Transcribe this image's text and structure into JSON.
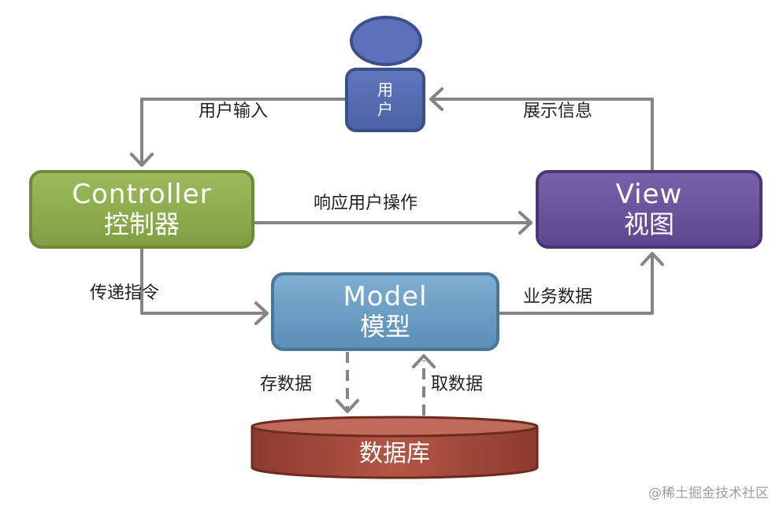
{
  "nodes": {
    "user": {
      "line1": "用",
      "line2": "户"
    },
    "controller": {
      "en": "Controller",
      "cn": "控制器"
    },
    "view": {
      "en": "View",
      "cn": "视图"
    },
    "model": {
      "en": "Model",
      "cn": "模型"
    },
    "database": {
      "label": "数据库"
    }
  },
  "edges": {
    "user_input": "用户输入",
    "show_info": "展示信息",
    "respond_user_action": "响应用户操作",
    "pass_command": "传递指令",
    "business_data": "业务数据",
    "store_data": "存数据",
    "fetch_data": "取数据"
  },
  "watermark": "@稀土掘金技术社区",
  "colors": {
    "arrow": "#858585",
    "controller": "#8fae52",
    "view": "#6a52a0",
    "model": "#6b9ec4",
    "user": "#5469b2",
    "database": "#a0493a"
  }
}
